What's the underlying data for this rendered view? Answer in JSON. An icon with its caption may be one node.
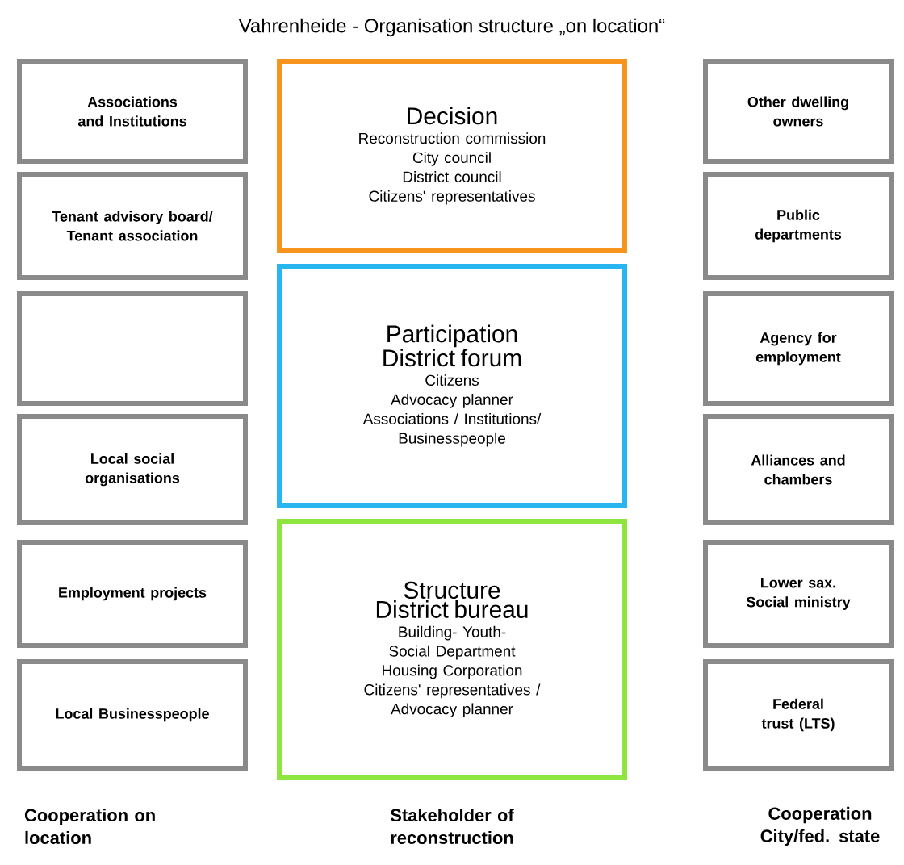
{
  "diagram": {
    "title": "Vahrenheide - Organisation structure „on location“",
    "nodes": [
      {
        "text": [
          "Associations and Institutions"
        ]
      },
      {
        "text": [
          "Tenant advisory board/ Tenant association"
        ]
      },
      {
        "text": [],
        "shape": "box"
      },
      {
        "text": [
          "Local social organisations"
        ]
      },
      {
        "text": [
          "Employment projects"
        ]
      },
      {
        "text": [
          "Local Businesspeople"
        ]
      },
      {
        "text": [
          "Decision",
          "Reconstruction commission",
          "City council",
          "District council",
          "Citizens' representatives"
        ]
      },
      {
        "text": [
          "Participation",
          "District forum",
          "Citizens",
          "Advocacy planner",
          "Associations / Institutions/",
          "Businesspeople"
        ]
      },
      {
        "text": [
          "Structure",
          "District bureau",
          "Building- Youth-",
          "Social Department",
          "Housing Corporation",
          "Citizens' representatives /",
          "Advocacy planner"
        ]
      },
      {
        "text": [
          "Other dwelling owners"
        ]
      },
      {
        "text": [
          "Public departments"
        ]
      },
      {
        "text": [
          "Agency for employment"
        ]
      },
      {
        "text": [
          "Alliances and chambers"
        ]
      },
      {
        "text": [
          "Lower sax. Social ministry"
        ]
      },
      {
        "text": [
          "Federal trust (LTS)"
        ]
      }
    ],
    "labels": [
      "Cooperation on location",
      "Stakeholder of reconstruction",
      "Cooperation City/fed. state"
    ]
  }
}
